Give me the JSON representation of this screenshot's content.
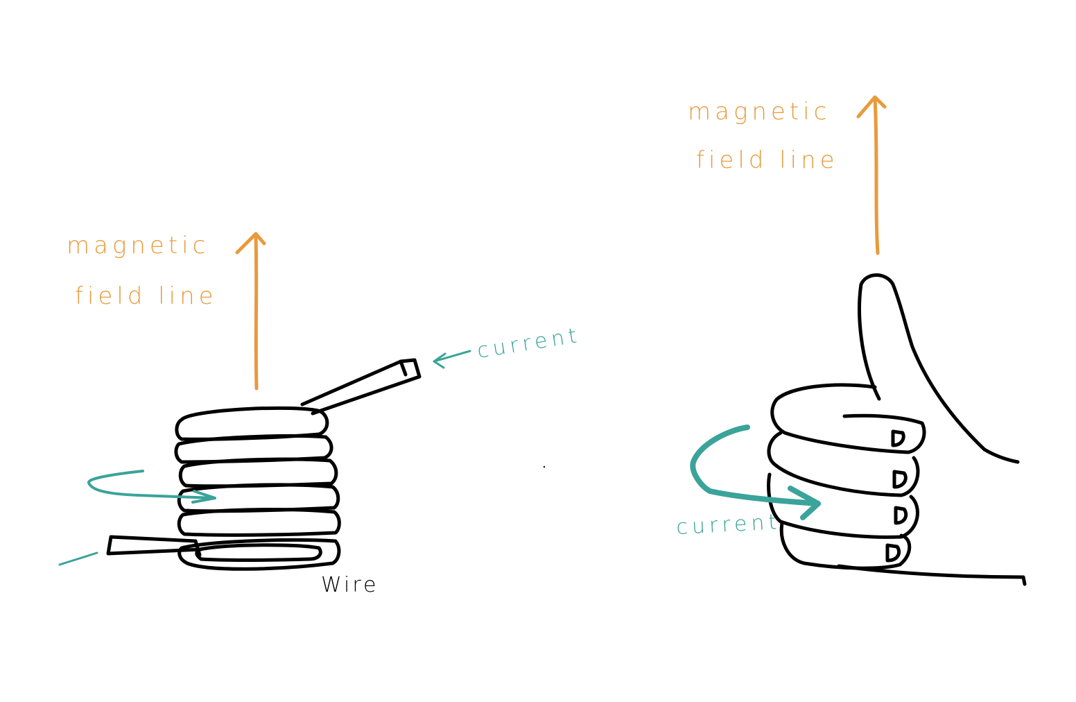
{
  "colors": {
    "field": "#e99a3c",
    "current": "#3aa39a",
    "ink": "#000000",
    "background": "#ffffff"
  },
  "coil_diagram": {
    "field_label": [
      "magnetic",
      "field line"
    ],
    "current_label": "current",
    "wire_label": "Wire"
  },
  "hand_diagram": {
    "field_label": [
      "magnetic",
      "field line"
    ],
    "current_label": "current"
  }
}
